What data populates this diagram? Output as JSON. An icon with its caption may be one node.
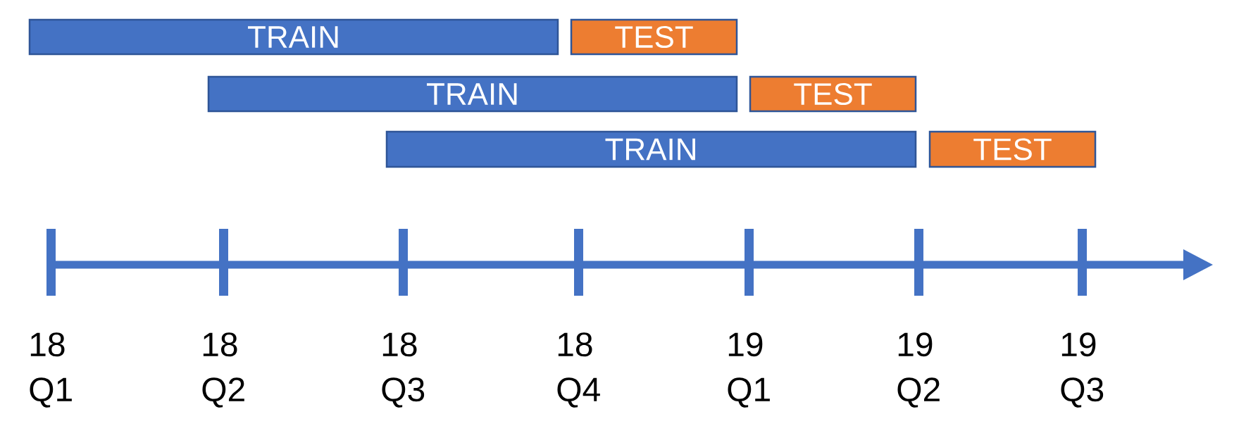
{
  "diagram": {
    "nodes": [
      {
        "text": [
          "TRAIN"
        ]
      },
      {
        "text": [
          "TEST"
        ]
      },
      {
        "text": [
          "TRAIN"
        ]
      },
      {
        "text": [
          "TEST"
        ]
      },
      {
        "text": [
          "TRAIN"
        ]
      },
      {
        "text": [
          "TEST"
        ]
      }
    ],
    "labels": [
      "18 Q1",
      "18 Q2",
      "18 Q3",
      "18 Q4",
      "19 Q1",
      "19 Q2",
      "19 Q3"
    ]
  }
}
